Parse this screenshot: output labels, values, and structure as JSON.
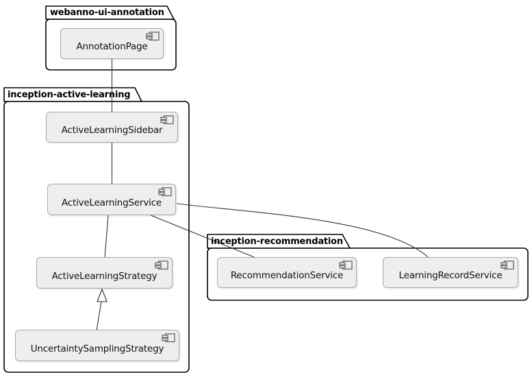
{
  "diagram": {
    "type": "uml-component-diagram",
    "colors": {
      "background": "#ffffff",
      "component_fill": "#eeeeee",
      "component_border": "#a8a8a8",
      "package_fill": "#ffffff",
      "package_border": "#000000",
      "edge": "#333333",
      "text": "#000000",
      "icon": "#6e6e6e"
    },
    "icons": {
      "component_icon": "uml-component-icon"
    },
    "packages": [
      {
        "label": "webanno-ui-annotation",
        "components": [
          {
            "label": "AnnotationPage"
          }
        ]
      },
      {
        "label": "inception-active-learning",
        "components": [
          {
            "label": "ActiveLearningSidebar"
          },
          {
            "label": "ActiveLearningService"
          },
          {
            "label": "ActiveLearningStrategy"
          },
          {
            "label": "UncertaintySamplingStrategy"
          }
        ]
      },
      {
        "label": "inception-recommendation",
        "components": [
          {
            "label": "RecommendationService"
          },
          {
            "label": "LearningRecordService"
          }
        ]
      }
    ],
    "relations": [
      {
        "from": "AnnotationPage",
        "to": "ActiveLearningSidebar",
        "type": "association"
      },
      {
        "from": "ActiveLearningSidebar",
        "to": "ActiveLearningService",
        "type": "association"
      },
      {
        "from": "ActiveLearningService",
        "to": "ActiveLearningStrategy",
        "type": "association"
      },
      {
        "from": "UncertaintySamplingStrategy",
        "to": "ActiveLearningStrategy",
        "type": "generalization"
      },
      {
        "from": "ActiveLearningService",
        "to": "RecommendationService",
        "type": "association"
      },
      {
        "from": "ActiveLearningService",
        "to": "LearningRecordService",
        "type": "association"
      }
    ]
  }
}
